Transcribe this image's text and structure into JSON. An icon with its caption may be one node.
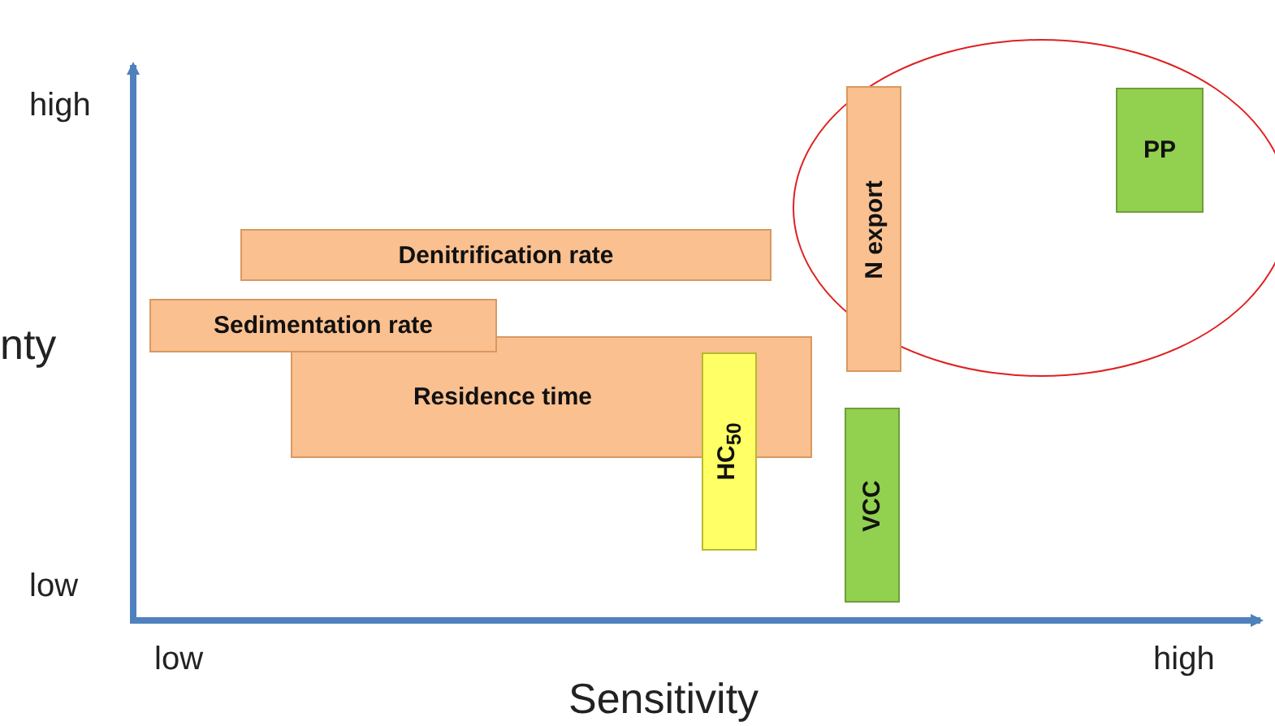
{
  "diagram": {
    "nodes": [
      {
        "text": [],
        "shape": "ellipse"
      },
      {
        "text": [
          "PP"
        ],
        "in": 0
      },
      {
        "text": [
          "N export"
        ],
        "in": 0
      },
      {
        "text": [
          "Denitrification rate"
        ]
      },
      {
        "text": [
          "Sedimentation rate"
        ]
      },
      {
        "text": [
          "Residence time"
        ]
      },
      {
        "text": [
          "HC$_{50}$"
        ]
      },
      {
        "text": [
          "VCC"
        ]
      }
    ],
    "edges": [],
    "labels": [
      "high",
      "nty",
      "low",
      "low",
      "high",
      "Sensitivity"
    ]
  }
}
